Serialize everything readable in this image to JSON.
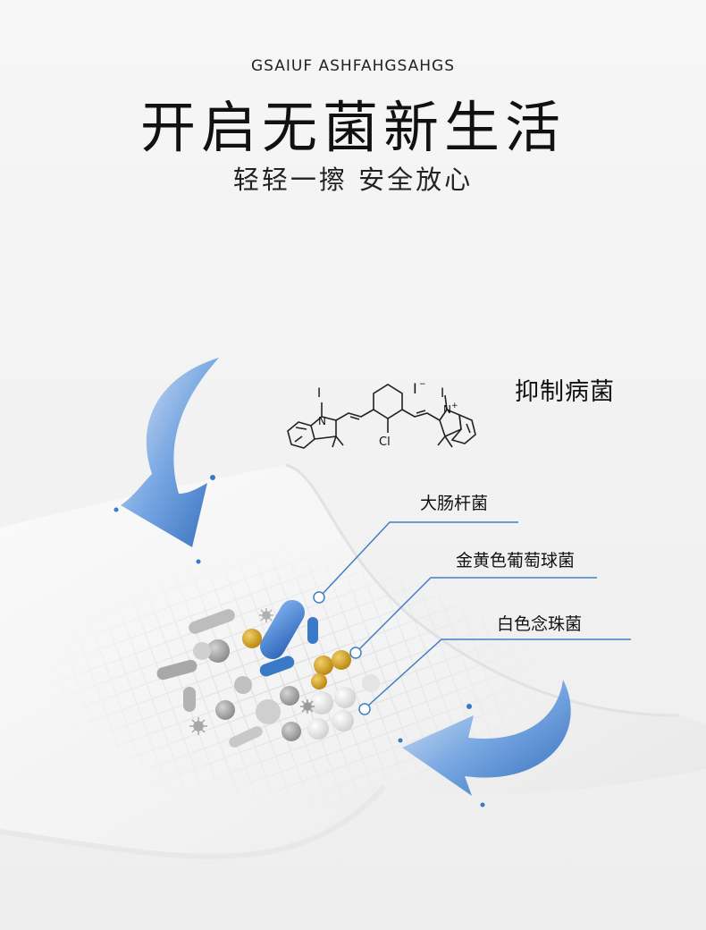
{
  "header": {
    "subtitle_en": "GSAIUF ASHFAHGSAHGS",
    "headline": "开启无菌新生活",
    "tagline": "轻轻一擦  安全放心"
  },
  "labels": {
    "inhibit": "抑制病菌",
    "bacteria_1": "大肠杆菌",
    "bacteria_2": "金黄色葡萄球菌",
    "bacteria_3": "白色念珠菌"
  },
  "chem": {
    "atom_cl": "Cl",
    "atom_n": "N",
    "iodide": "I",
    "methyl": "I"
  },
  "colors": {
    "background": "#f3f3f3",
    "accent_blue": "#3a78c8",
    "line_blue": "#3f7fc4",
    "gold": "#c99a1e",
    "gray": "#9a9a9a"
  }
}
